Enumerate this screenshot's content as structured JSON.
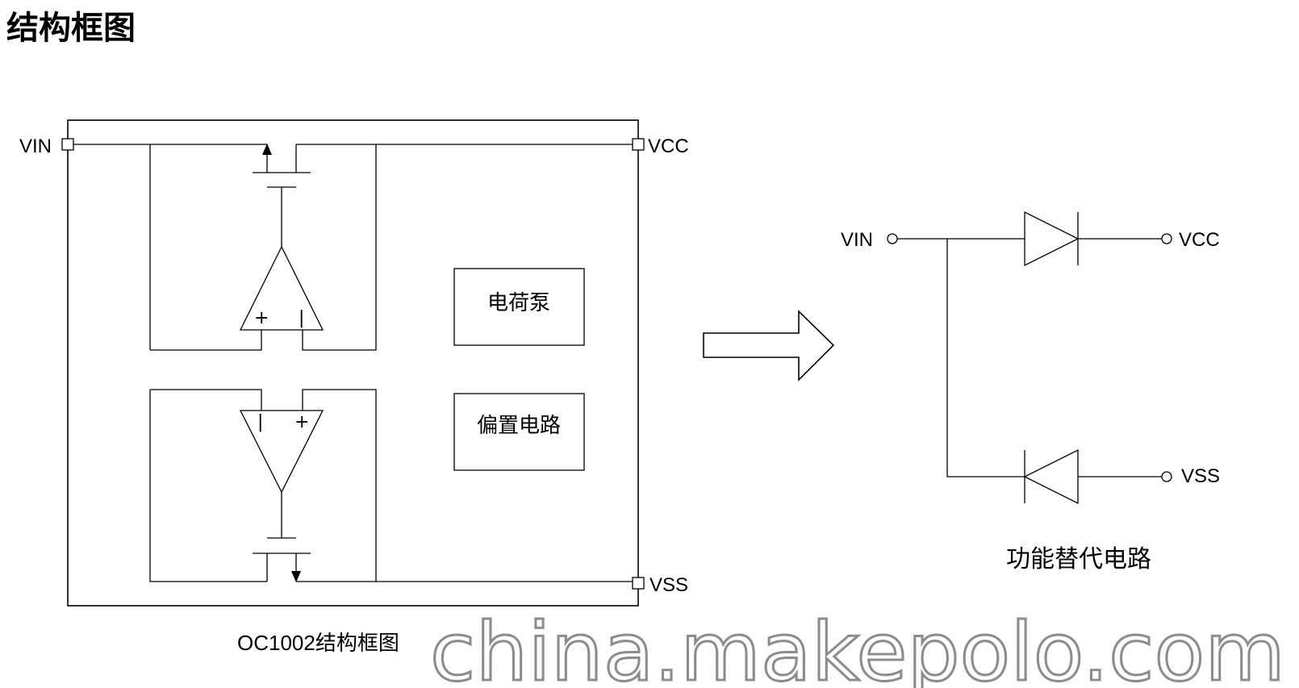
{
  "page": {
    "title": "结构框图"
  },
  "left_diagram": {
    "caption": "OC1002结构框图",
    "pins": {
      "vin": "VIN",
      "vcc": "VCC",
      "vss": "VSS"
    },
    "blocks": {
      "charge_pump": "电荷泵",
      "bias_circuit": "偏置电路"
    },
    "amp_top_signs": {
      "left": "+",
      "right": "|"
    },
    "amp_bottom_signs": {
      "left": "|",
      "right": "+"
    }
  },
  "right_diagram": {
    "caption": "功能替代电路",
    "pins": {
      "vin": "VIN",
      "vcc": "VCC",
      "vss": "VSS"
    }
  },
  "watermark": "china.makepolo.com"
}
